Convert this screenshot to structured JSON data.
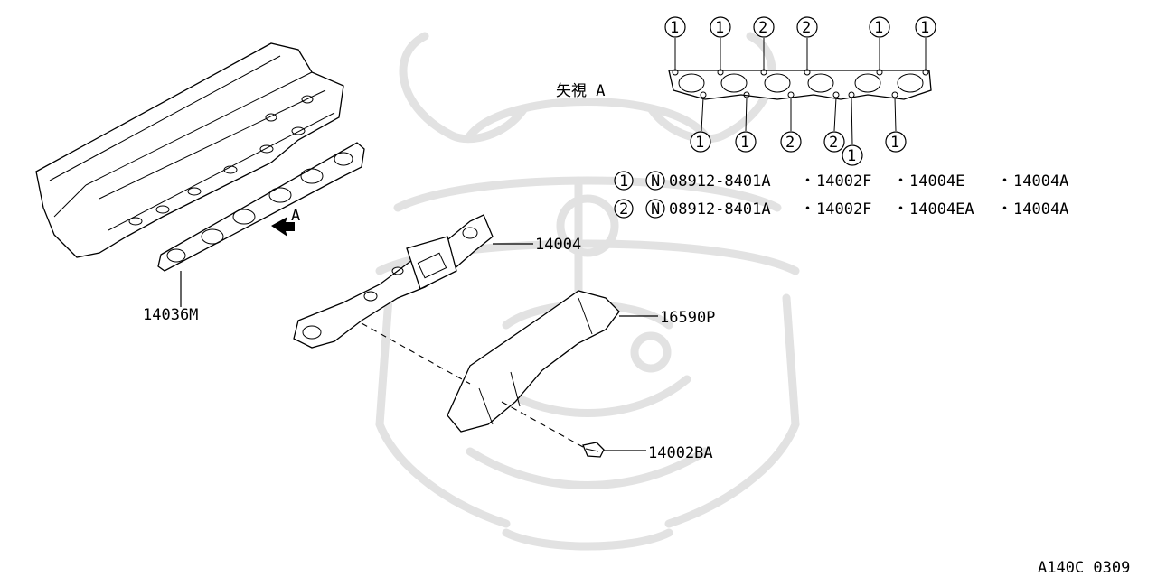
{
  "diagram": {
    "view_label": "矢視 A",
    "arrow_label": "A",
    "callouts": {
      "manifold": "14004",
      "head_gasket": "14036M",
      "heat_insulator": "16590P",
      "bolt": "14002BA"
    },
    "view_top_numbers": [
      "1",
      "1",
      "2",
      "2",
      "1",
      "1"
    ],
    "view_bottom_numbers": [
      "1",
      "1",
      "2",
      "2",
      "1",
      "1"
    ],
    "legend": [
      {
        "index": "1",
        "marker": "N",
        "parts": [
          "08912-8401A",
          "14002F",
          "14004E",
          "14004A"
        ]
      },
      {
        "index": "2",
        "marker": "N",
        "parts": [
          "08912-8401A",
          "14002F",
          "14004EA",
          "14004A"
        ]
      }
    ],
    "legend_separator": "・",
    "figure_code": "A140C 0309"
  }
}
